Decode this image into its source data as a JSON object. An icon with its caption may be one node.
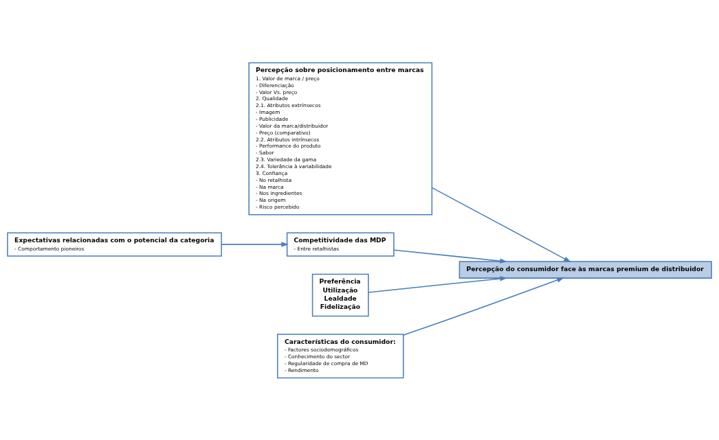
{
  "diagram": {
    "nodes": [
      {
        "text": [
          "Percepção sobre posicionamento entre marcas",
          "1. Valor de marca / preço",
          "- Diferenciação",
          "- Valor Vs. preço",
          "2. Qualidade",
          "2.1. Atributos extrínsecos",
          "- Imagem",
          "- Publicidade",
          "- Valor da marca/distribuidor",
          "- Preço (comparativo)",
          "2.2. Atributos intrínsecos",
          "- Performance do produto",
          "- Sabor",
          "2.3. Variedade da gama",
          "2.4. Tolerância à variabilidade",
          "3. Confiança",
          "- No retalhista",
          "- Na marca",
          "- Nos ingredientes",
          "- Na origem",
          "- Risco percebido"
        ]
      },
      {
        "text": [
          "Competitividade das MDP",
          "- Entre retalhistas"
        ]
      },
      {
        "text": [
          "Expectativas relacionadas com o potencial da categoria",
          "- Comportamento pioneiros"
        ]
      },
      {
        "text": [
          "Percepção do consumidor face às marcas premium de distribuidor"
        ]
      },
      {
        "text": [
          "Preferência",
          "Utilização",
          "Lealdade",
          "Fidelização"
        ]
      },
      {
        "text": [
          "Características do consumidor:",
          "- Factores sociodemográficos",
          "- Conhecimento do sector",
          "- Regularidade de compra de MD",
          "- Rendimento"
        ]
      }
    ],
    "edges": [
      {
        "from": 2,
        "to": 1,
        "arrow": "to"
      },
      {
        "from": 0,
        "to": 3,
        "arrow": "to"
      },
      {
        "from": 1,
        "to": 3,
        "arrow": "to"
      },
      {
        "from": 4,
        "to": 3,
        "arrow": "to"
      },
      {
        "from": 5,
        "to": 3,
        "arrow": "to"
      }
    ]
  }
}
